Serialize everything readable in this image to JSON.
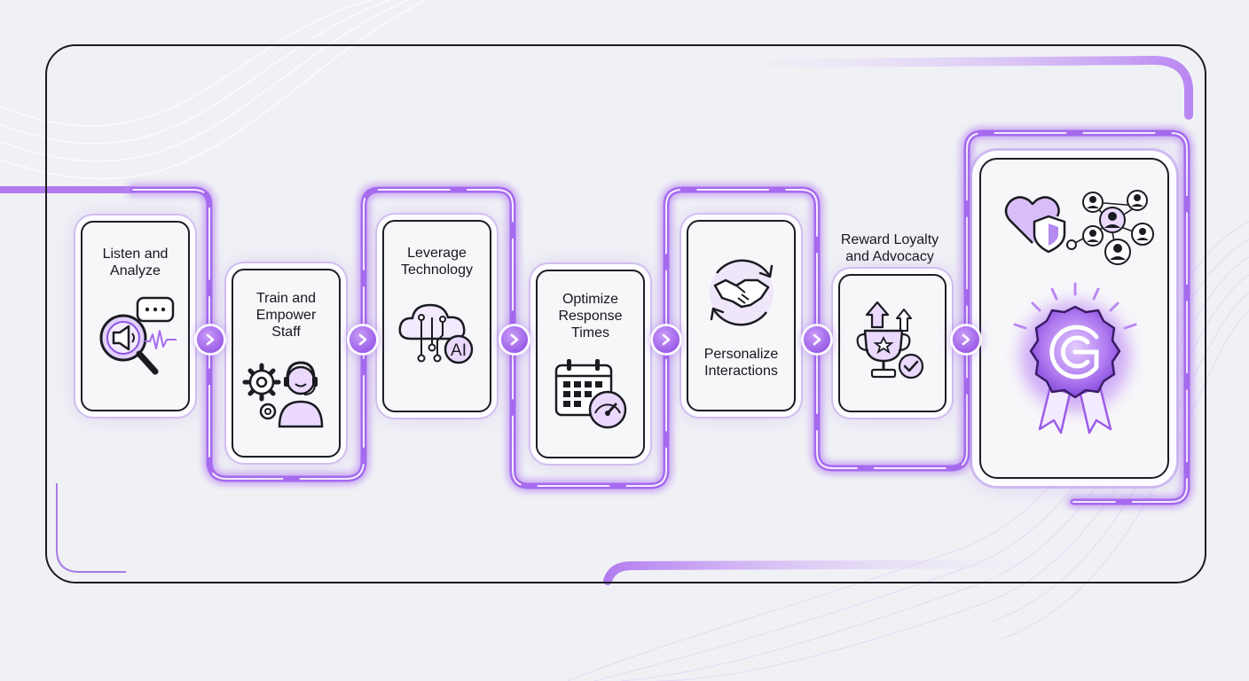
{
  "colors": {
    "accent": "#9b5ce6",
    "accent_light": "#d9c2f7",
    "ink": "#1b1b22",
    "background": "#f0f1f5"
  },
  "steps": [
    {
      "title": "Listen and\nAnalyze",
      "icon": "magnifier-megaphone-icon"
    },
    {
      "title": "Train and\nEmpower\nStaff",
      "icon": "gears-agent-headset-icon"
    },
    {
      "title": "Leverage\nTechnology",
      "icon": "cloud-ai-icon"
    },
    {
      "title": "Optimize\nResponse\nTimes",
      "icon": "calendar-speedometer-icon"
    },
    {
      "title": "Personalize\nInteractions",
      "icon": "handshake-cycle-icon"
    },
    {
      "title": "Reward Loyalty\nand Advocacy",
      "icon": "trophy-growth-icon"
    }
  ],
  "connectors": [
    "chevron-right-icon",
    "chevron-right-icon",
    "chevron-right-icon",
    "chevron-right-icon",
    "chevron-right-icon",
    "chevron-right-icon"
  ],
  "final": {
    "icons": [
      "heart-shield-icon",
      "community-network-icon",
      "award-badge-icon"
    ]
  }
}
